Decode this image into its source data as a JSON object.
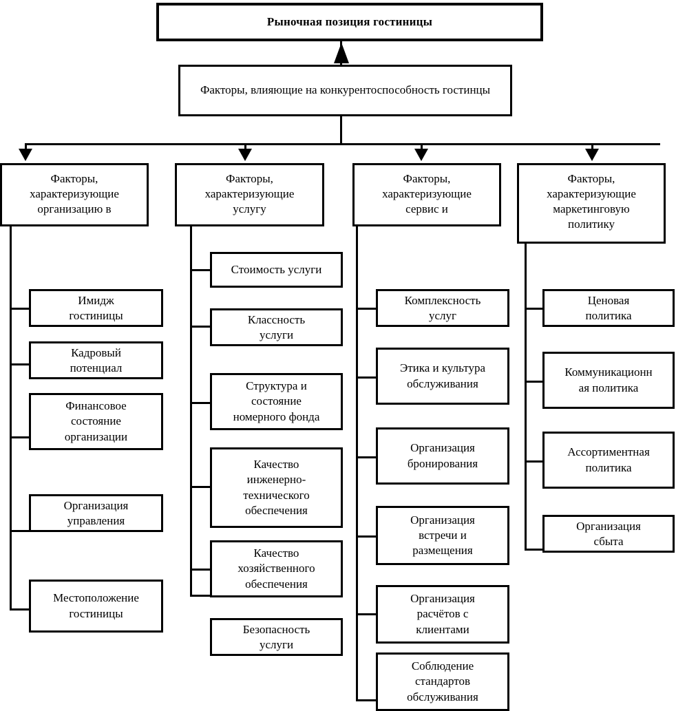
{
  "diagram": {
    "title": "Рыночная позиция гостиницы",
    "subtitle": "Факторы, влияющие на конкурентоспособность гостинцы",
    "colors": {
      "line": "#000000",
      "box_fill": "#ffffff",
      "text": "#000000"
    },
    "columns": [
      {
        "header": "Факторы,\nхарактеризующие\nорганизацию в",
        "leaves": [
          "Имидж\nгостиницы",
          "Кадровый\nпотенциал",
          "Финансовое\nсостояние\nорганизации",
          "Организация\nуправления",
          "Местоположение\nгостиницы"
        ]
      },
      {
        "header": "Факторы,\nхарактеризующие\nуслугу",
        "leaves": [
          "Стоимость услуги",
          "Классность\nуслуги",
          "Структура и\nсостояние\nномерного фонда",
          "Качество\nинженерно-\nтехнического\nобеспечения",
          "Качество\nхозяйственного\nобеспечения",
          "Безопасность\nуслуги"
        ]
      },
      {
        "header": "Факторы,\nхарактеризующие\nсервис и",
        "leaves": [
          "Комплексность\nуслуг",
          "Этика и культура\nобслуживания",
          "Организация\nбронирования",
          "Организация\nвстречи и\nразмещения",
          "Организация\nрасчётов с\nклиентами",
          "Соблюдение\nстандартов\nобслуживания"
        ]
      },
      {
        "header": "Факторы,\nхарактеризующие\nмаркетинговую\nполитику",
        "leaves": [
          "Ценовая\nполитика",
          "Коммуникационн\nая политика",
          "Ассортиментная\nполитика",
          "Организация\nсбыта"
        ]
      }
    ]
  }
}
